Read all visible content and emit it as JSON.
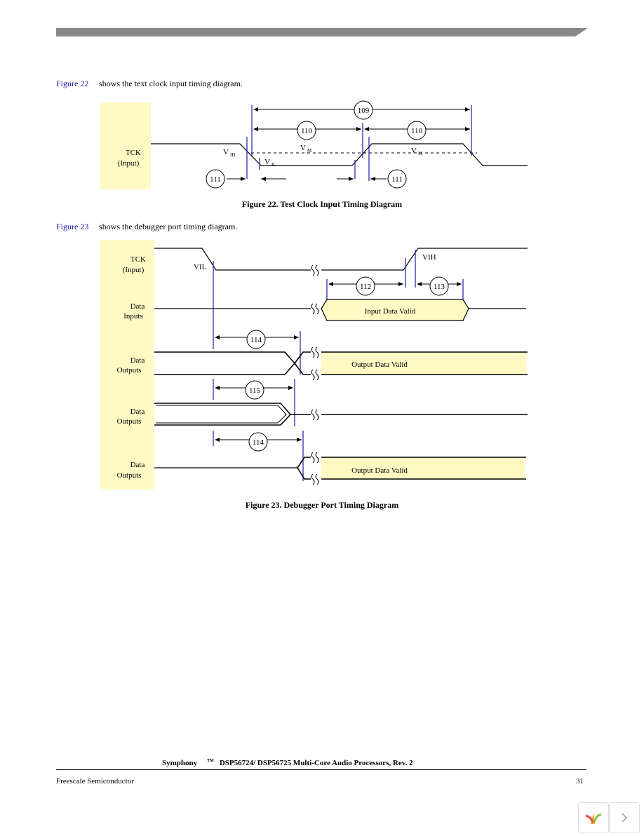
{
  "intro1": {
    "ref": "Figure 22",
    "text": "shows the text clock input timing diagram."
  },
  "intro2": {
    "ref": "Figure 23",
    "text": "shows the debugger port timing diagram."
  },
  "fig22": {
    "caption": "Figure 22. Test Clock Input Timing Diagram",
    "signal": "TCK",
    "signal_sub": "(Input)",
    "vih": "V",
    "vih_sub": "IH",
    "vil": "V",
    "vil_sub": "IL",
    "vm": "V",
    "vm_sub": "M",
    "t109": "109",
    "t110": "110",
    "t111": "111"
  },
  "fig23": {
    "caption": "Figure 23. Debugger Port Timing Diagram",
    "tck": "TCK",
    "tck_sub": "(Input)",
    "vil": "VIL",
    "vih": "VIH",
    "data": "Data",
    "inputs": "Inputs",
    "outputs": "Outputs",
    "input_valid": "Input Data Valid",
    "output_valid": "Output Data Valid",
    "t112": "112",
    "t113": "113",
    "t114": "114",
    "t115": "115"
  },
  "footer": {
    "brand": "Symphony",
    "tm": "TM",
    "title": "DSP56724/ DSP56725 Multi-Core Audio Processors, Rev. 2",
    "company": "Freescale Semiconductor",
    "page": "31"
  },
  "colors": {
    "label_fill": "#fff9c4",
    "timing_line": "#1a1aa6",
    "link": "#1a1aa6"
  }
}
